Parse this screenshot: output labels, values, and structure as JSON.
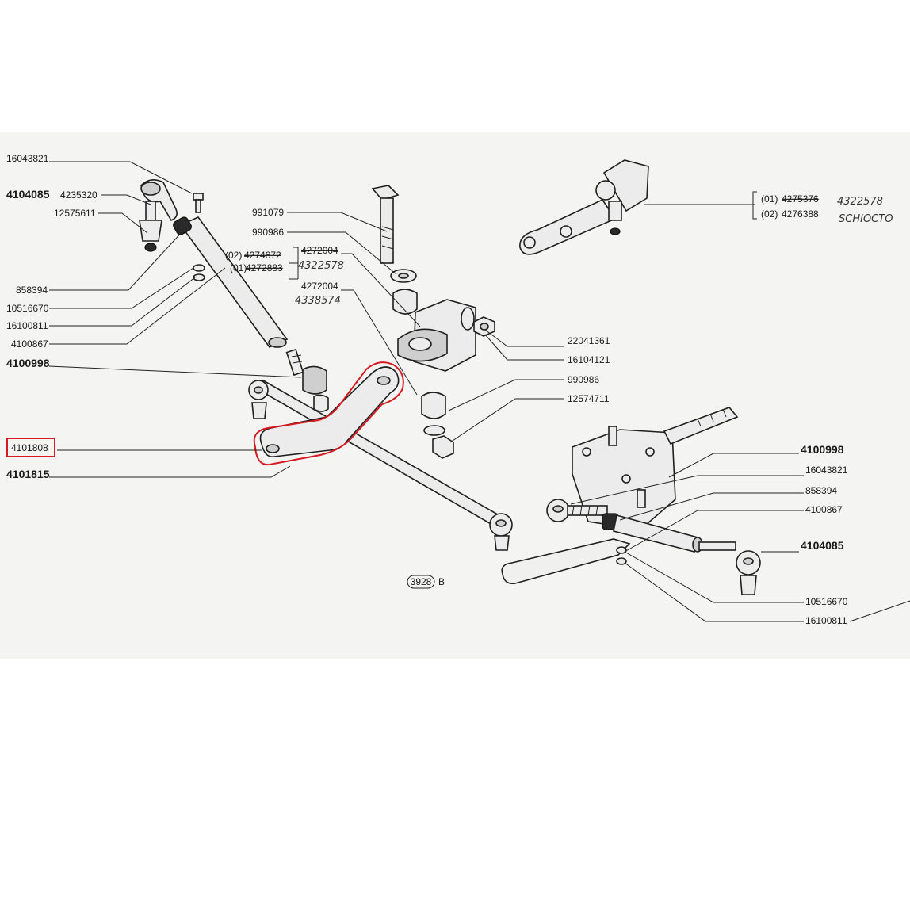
{
  "labels": {
    "p16043821_l": "16043821",
    "p4104085_l": "4104085",
    "p4235320": "4235320",
    "p12575611": "12575611",
    "p858394_l": "858394",
    "p10516670_l": "10516670",
    "p16100811_l": "16100811",
    "p4100867_l": "4100867",
    "p4100998_l": "4100998",
    "p4101808": "4101808",
    "p4101815": "4101815",
    "p991079": "991079",
    "p990986_top": "990986",
    "v02_prefix": "(02)",
    "v02_strike": "4274872",
    "v01_prefix": "(01)",
    "v01_strike": "4272883",
    "p4272004_a": "4272004",
    "hand_4322578": "4322578",
    "p4272004_b": "4272004",
    "hand_4338574": "4338574",
    "p22041361": "22041361",
    "p16104121": "16104121",
    "p990986_mid": "990986",
    "p12574711": "12574711",
    "r01_prefix": "(01)",
    "r01_strike": "4275376",
    "r01_hand": "4322578",
    "r02_prefix": "(02)",
    "r02_strike": "4276388",
    "r02_hand": "SCHIOCTO",
    "p4100998_r": "4100998",
    "p16043821_r": "16043821",
    "p858394_r": "858394",
    "p4100867_r": "4100867",
    "p4104085_r": "4104085",
    "p10516670_r": "10516670",
    "p16100811_r": "16100811",
    "fig_no": "3928",
    "fig_suffix": "B"
  },
  "colors": {
    "highlight": "#d71920",
    "ink": "#1f1f1f",
    "paper": "#f4f4f2"
  }
}
